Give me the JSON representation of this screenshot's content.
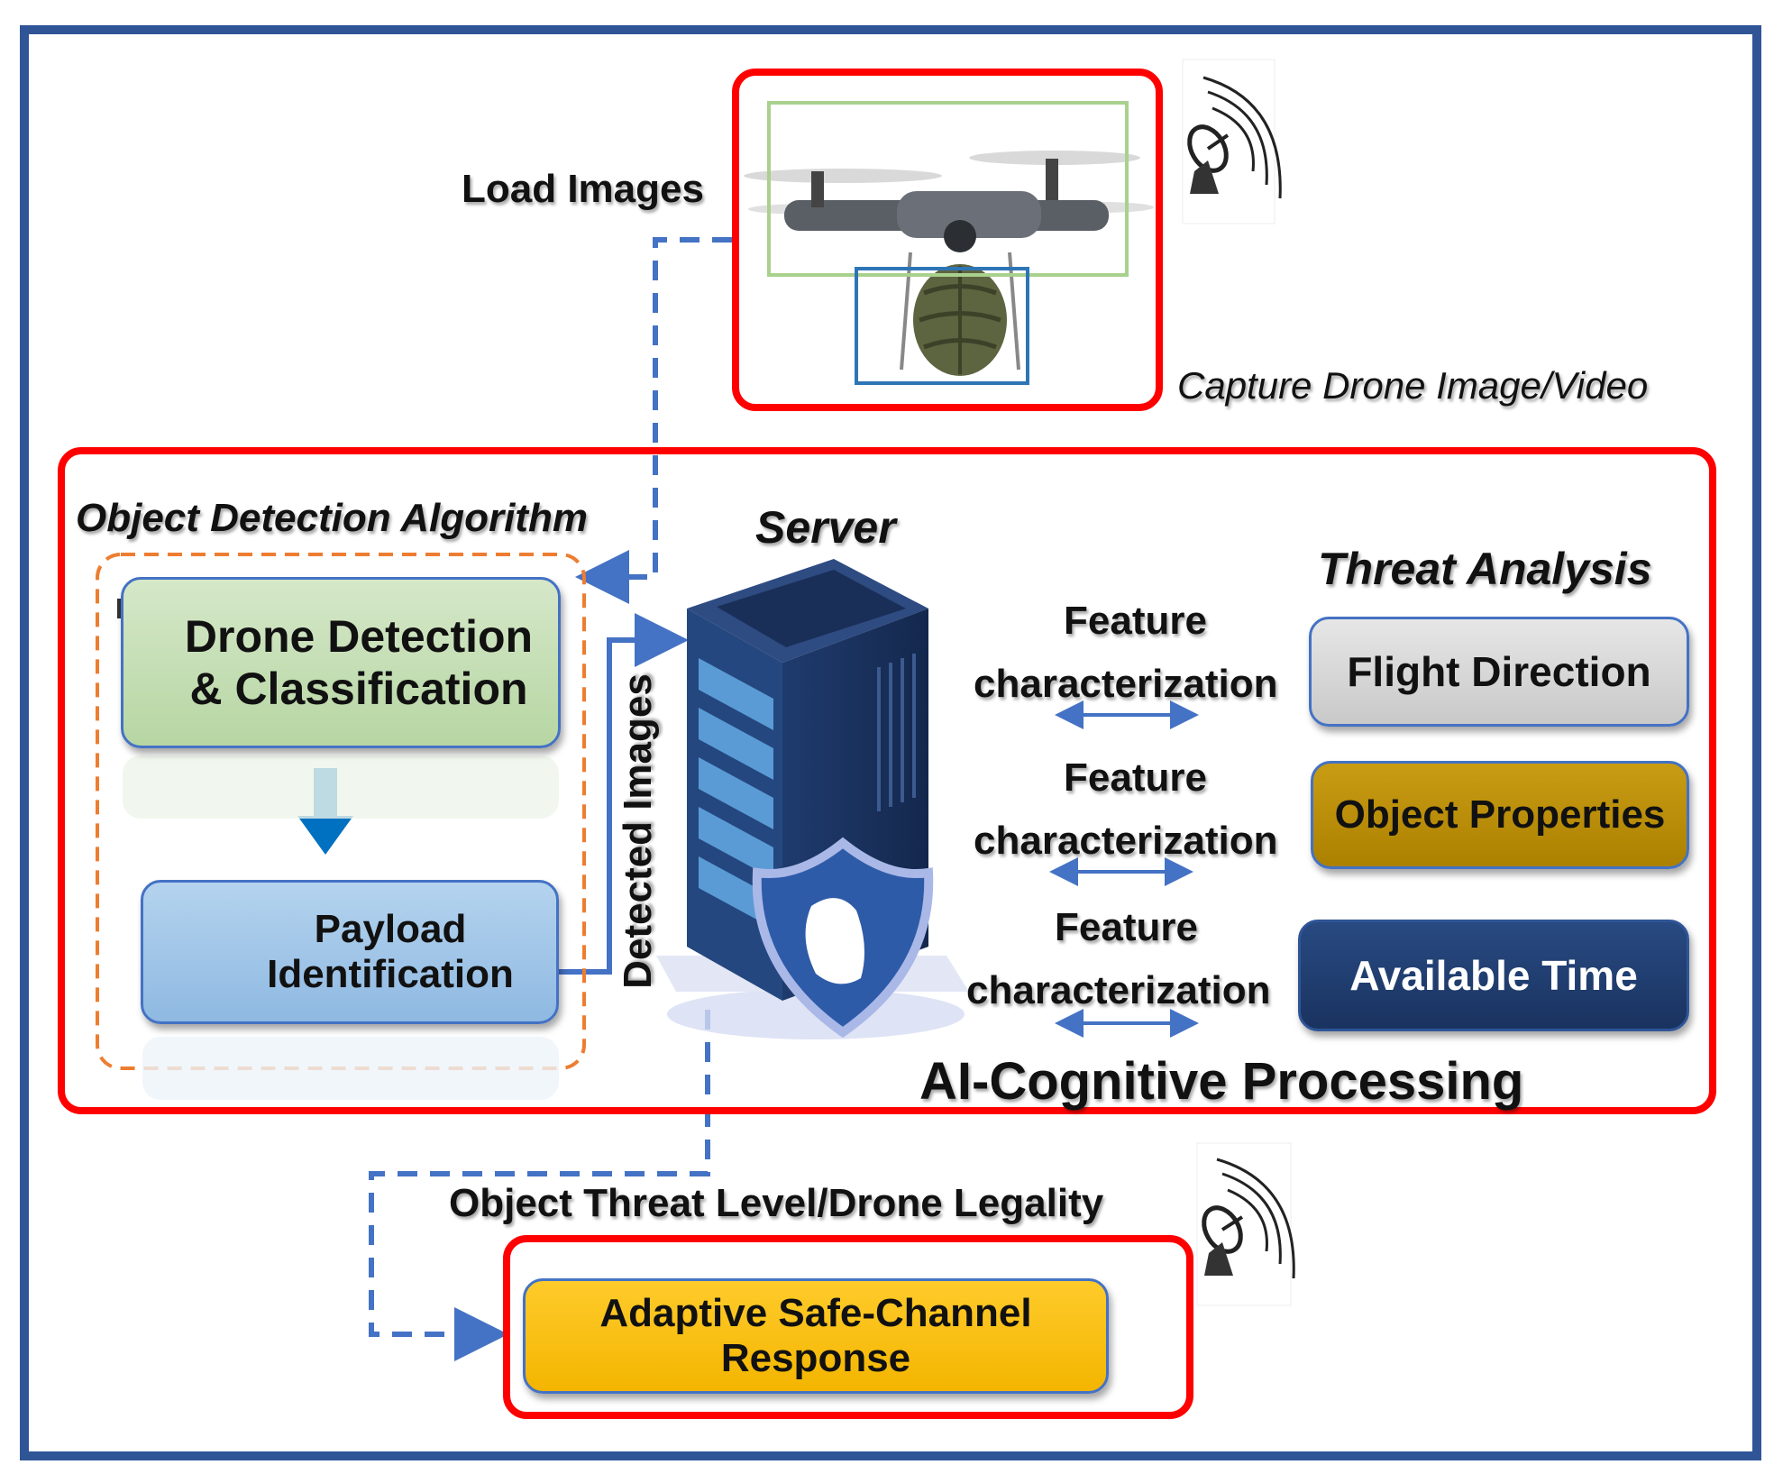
{
  "labels": {
    "load_images": "Load Images",
    "capture": "Capture Drone Image/Video",
    "object_detection_algorithm": "Object Detection Algorithm",
    "server": "Server",
    "threat_analysis": "Threat Analysis",
    "detected_images": "Detected Images",
    "ai_cognitive": "AI-Cognitive Processing",
    "threat_level": "Object Threat Level/Drone Legality"
  },
  "boxes": {
    "drone_detection_line1": "Drone Detection",
    "drone_detection_line2": "& Classification",
    "payload_line1": "Payload",
    "payload_line2": "Identification",
    "flight_direction": "Flight Direction",
    "object_properties": "Object Properties",
    "available_time": "Available Time",
    "response_line1": "Adaptive Safe-Channel",
    "response_line2": "Response"
  },
  "feature": {
    "line1": "Feature",
    "line2": "characterization"
  },
  "colors": {
    "frame": "#2f5597",
    "red_outline": "#ff0000",
    "orange_dash": "#ed7d31",
    "connector_blue": "#4472c4",
    "green_box": "#c5e0b4",
    "blue_box": "#9dc3e6",
    "gray_box": "#d9d9d9",
    "gold_box": "#bf9000",
    "navy_box": "#1f3864",
    "yellow_box": "#ffc000"
  }
}
